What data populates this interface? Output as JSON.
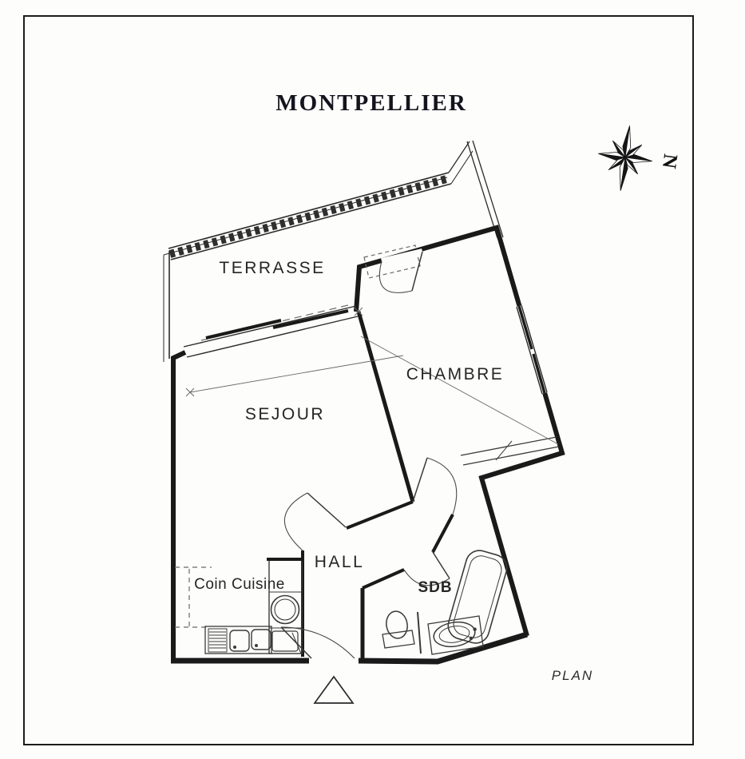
{
  "page": {
    "title": "MONTPELLIER",
    "plan_caption": "PLAN",
    "colors": {
      "ink": "#1a1a1a",
      "paper": "#fdfdfb"
    }
  },
  "compass": {
    "north_label": "N"
  },
  "rooms": {
    "terrasse": "TERRASSE",
    "sejour": "SEJOUR",
    "chambre": "CHAMBRE",
    "hall": "HALL",
    "coin_cuisine": "Coin Cuisine",
    "sdb": "SDB"
  }
}
